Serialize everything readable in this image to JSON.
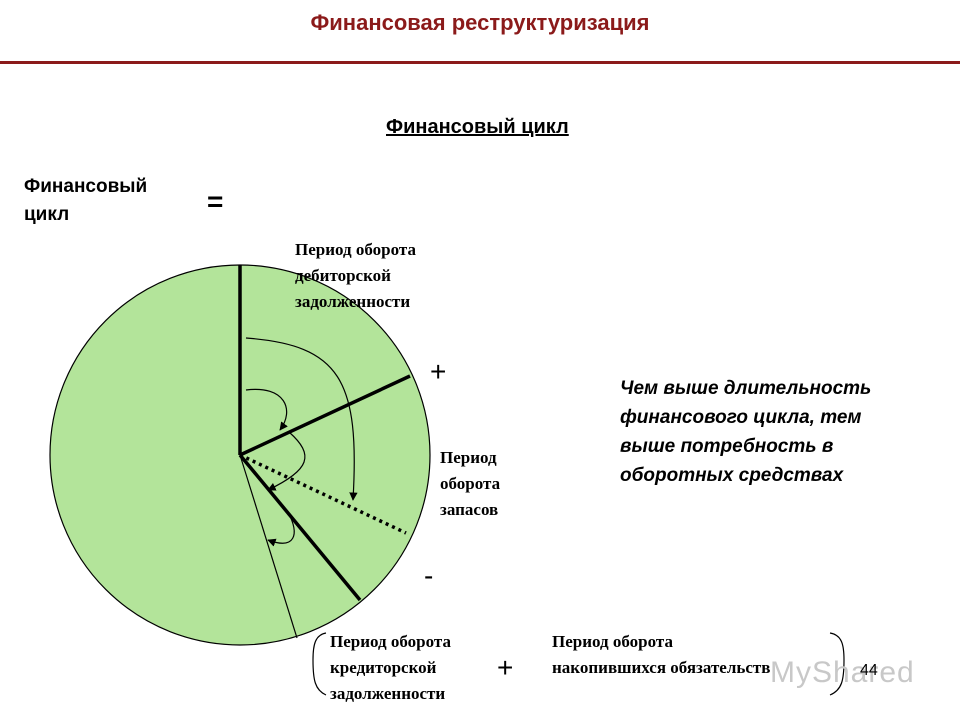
{
  "header": {
    "title": "Финансовая реструктуризация"
  },
  "diagram": {
    "subtitle": "Финансовый цикл",
    "lhs_label": "Финансовый цикл",
    "equals_sign": "=",
    "receivables_label": [
      "Период оборота",
      "дебиторской",
      "задолженности"
    ],
    "plus_1": "+",
    "inventory_label": [
      "Период",
      "оборота",
      "запасов"
    ],
    "minus": "-",
    "payables_label": [
      "Период оборота",
      "кредиторской",
      "задолженности"
    ],
    "plus_2": "+",
    "accrued_label": [
      "Период оборота",
      "накопившихся обязательств"
    ],
    "note": "Чем выше длительность финансового цикла, тем выше потребность в оборотных средствах",
    "colors": {
      "pie_fill": "#b3e49a",
      "title": "#8b1a1a"
    }
  },
  "footer": {
    "page_number": "44",
    "watermark": "MyShared"
  }
}
